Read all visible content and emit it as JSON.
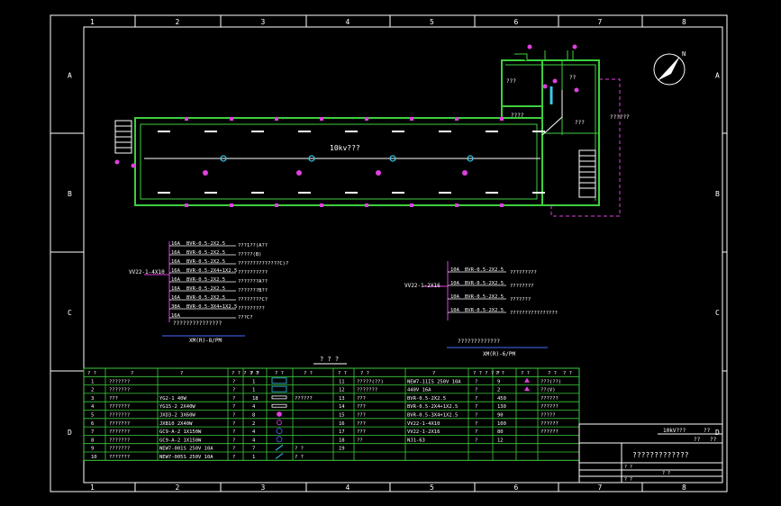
{
  "columns": [
    "1",
    "2",
    "3",
    "4",
    "5",
    "6",
    "7",
    "8"
  ],
  "rows": [
    "A",
    "B",
    "C",
    "D"
  ],
  "plan": {
    "room_label": "10kv???",
    "small_labels": [
      "???",
      "??",
      "??????",
      "????",
      "???"
    ]
  },
  "panel_left": {
    "feeder": "VV22-1-4X10",
    "circuits": [
      {
        "breaker": "16A",
        "cable": "BVR-0.5-2X2.5",
        "note": "???1??(A??"
      },
      {
        "breaker": "16A",
        "cable": "BVR-0.5-2X2.5",
        "note": "?????(B)"
      },
      {
        "breaker": "16A",
        "cable": "BVR-0.5-2X2.5",
        "note": "??????????????C)?"
      },
      {
        "breaker": "16A",
        "cable": "BVR-0.5-2X4+1X2.5",
        "note": "??????????"
      },
      {
        "breaker": "16A",
        "cable": "BVR-0.5-2X2.5",
        "note": "???????A??"
      },
      {
        "breaker": "16A",
        "cable": "BVR-0.5-2X2.5",
        "note": "???????B??"
      },
      {
        "breaker": "16A",
        "cable": "BVR-0.5-2X2.5",
        "note": "????????C?"
      },
      {
        "breaker": "38A",
        "cable": "BVR-0.5-3X4+1X2.5",
        "note": "?????????"
      },
      {
        "breaker": "16A",
        "cable": "",
        "note": "???C?"
      }
    ],
    "footer_note": "???????????????",
    "title": "XM(R)-8/PM"
  },
  "panel_right": {
    "feeder": "VV22-1-2X16",
    "circuits": [
      {
        "breaker": "10A",
        "cable": "BVR-0.5-2X2.5",
        "note": "?????????"
      },
      {
        "breaker": "10A",
        "cable": "BVR-0.5-2X2.5",
        "note": "????????"
      },
      {
        "breaker": "10A",
        "cable": "BVR-0.5-2X2.5",
        "note": "???????"
      },
      {
        "breaker": "10A",
        "cable": "BVR-0.5-2X2.5",
        "note": "????????????????"
      }
    ],
    "footer_note": "?????????????",
    "title": "XM(R)-6/PM"
  },
  "legend": {
    "title": "? ? ?",
    "left_rows": [
      {
        "no": "1",
        "name": "???????",
        "model": "",
        "unit": "?",
        "qty": "1",
        "note": ""
      },
      {
        "no": "2",
        "name": "???????",
        "model": "",
        "unit": "?",
        "qty": "1",
        "note": ""
      },
      {
        "no": "3",
        "name": "???",
        "model": "YG2-1  40W",
        "unit": "?",
        "qty": "18",
        "note": "??????"
      },
      {
        "no": "4",
        "name": "???????",
        "model": "YG15-2  2X40W",
        "unit": "?",
        "qty": "4",
        "note": ""
      },
      {
        "no": "5",
        "name": "???????",
        "model": "JXD3-2  3X60W",
        "unit": "?",
        "qty": "8",
        "note": ""
      },
      {
        "no": "6",
        "name": "???????",
        "model": "JXB10  2X40W",
        "unit": "?",
        "qty": "2",
        "note": ""
      },
      {
        "no": "7",
        "name": "???????",
        "model": "GC9-A-2  1X150W",
        "unit": "?",
        "qty": "4",
        "note": ""
      },
      {
        "no": "8",
        "name": "???????",
        "model": "GC9-A-2  1X150W",
        "unit": "?",
        "qty": "4",
        "note": ""
      },
      {
        "no": "9",
        "name": "???????",
        "model": "NEW7-001S 250V 10A",
        "unit": "?",
        "qty": "7",
        "note": "? ?"
      },
      {
        "no": "10",
        "name": "???????",
        "model": "NEW7-005S 250V 10A",
        "unit": "?",
        "qty": "1",
        "note": "? ?"
      }
    ],
    "right_rows": [
      {
        "no": "11",
        "name": "?????(??)",
        "model": "NEW7-11IS 250V 10A",
        "unit": "?",
        "qty": "9",
        "note": "???(??)"
      },
      {
        "no": "12",
        "name": "???????",
        "model": "440V  16A",
        "unit": "?",
        "qty": "2",
        "note": "??(V)"
      },
      {
        "no": "13",
        "name": "???",
        "model": "BVR-0.5-2X2.5",
        "unit": "?",
        "qty": "450",
        "note": "??????"
      },
      {
        "no": "14",
        "name": "???",
        "model": "BVR-0.5-2X4+1X2.5",
        "unit": "?",
        "qty": "130",
        "note": "??????"
      },
      {
        "no": "15",
        "name": "???",
        "model": "BVR-0.5-3X4+1X2.5",
        "unit": "?",
        "qty": "90",
        "note": "?????"
      },
      {
        "no": "16",
        "name": "???",
        "model": "VV22-1-4X10",
        "unit": "?",
        "qty": "100",
        "note": "??????"
      },
      {
        "no": "17",
        "name": "???",
        "model": "VV22-1-2X16",
        "unit": "?",
        "qty": "80",
        "note": "??????"
      },
      {
        "no": "18",
        "name": "??",
        "model": "NJ1-63",
        "unit": "?",
        "qty": "12",
        "note": ""
      },
      {
        "no": "19",
        "name": "",
        "model": "",
        "unit": "",
        "qty": "",
        "note": ""
      }
    ],
    "header_left": [
      "? ?",
      "?",
      "?",
      "? ? ? ? ?",
      "? ?",
      "? ?",
      "? ?",
      "? ?"
    ],
    "header_right": [
      "? ?",
      "?",
      "? ? ? ? ?",
      "? ?",
      "? ?",
      "? ?",
      "? ?"
    ]
  },
  "title_block": {
    "project": "10kV???",
    "code": "??",
    "sheet": "??",
    "sheet_no": "??",
    "drawing_title": "?????????????",
    "row1": "? ?",
    "row2": "? ?",
    "row3": "? ?"
  },
  "colors": {
    "green": "#3ecf3e",
    "white": "#ffffff",
    "magenta": "#e040e0",
    "cyan": "#38c8e8",
    "blue": "#4a6cff",
    "yellow": "#e8e040",
    "red": "#e03030"
  }
}
